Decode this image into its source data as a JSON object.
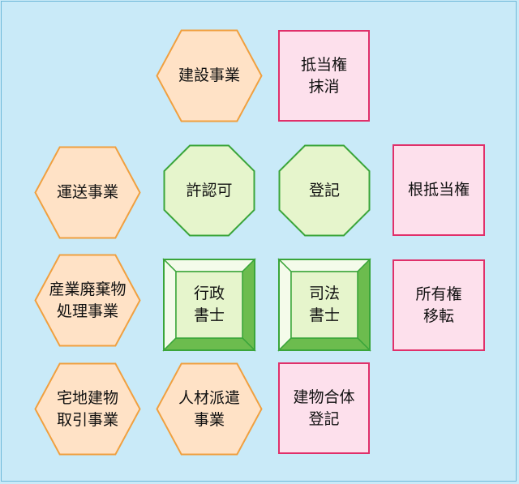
{
  "colors": {
    "background": "#c9eaf8",
    "hexagon_fill": "#ffe2c6",
    "hexagon_stroke": "#f0a040",
    "square_fill": "#fde0ec",
    "square_stroke": "#e0306a",
    "octagon_fill": "#e6f5cc",
    "octagon_stroke": "#3aa53a",
    "bevel_light": "#f4fbea",
    "bevel_dark": "#6cbc4e"
  },
  "nodes": [
    {
      "id": "kensetsu-jigyo",
      "shape": "hexagon",
      "label": "建設事業"
    },
    {
      "id": "teitoken-masho",
      "shape": "square",
      "label": "抵当権\n抹消"
    },
    {
      "id": "unso-jigyo",
      "shape": "hexagon",
      "label": "運送事業"
    },
    {
      "id": "kyoninka",
      "shape": "octagon",
      "label": "許認可"
    },
    {
      "id": "toki",
      "shape": "octagon",
      "label": "登記"
    },
    {
      "id": "ne-teitoken",
      "shape": "square",
      "label": "根抵当権"
    },
    {
      "id": "sangyo-haikibutsu",
      "shape": "hexagon",
      "label": "産業廃棄物\n処理事業"
    },
    {
      "id": "gyosei-shoshi",
      "shape": "bevel",
      "label": "行政\n書士"
    },
    {
      "id": "shiho-shoshi",
      "shape": "bevel",
      "label": "司法\n書士"
    },
    {
      "id": "shoyuken-iten",
      "shape": "square",
      "label": "所有権\n移転"
    },
    {
      "id": "takuchi-tatemono",
      "shape": "hexagon",
      "label": "宅地建物\n取引事業"
    },
    {
      "id": "jinzai-haken",
      "shape": "hexagon",
      "label": "人材派遣\n事業"
    },
    {
      "id": "tatemono-gattai",
      "shape": "square",
      "label": "建物合体\n登記"
    }
  ]
}
